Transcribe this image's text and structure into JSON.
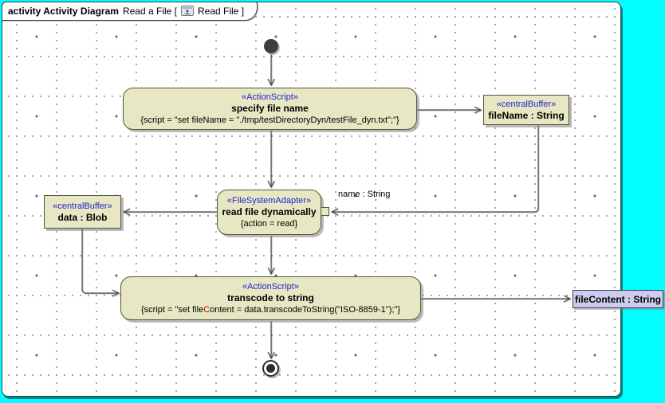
{
  "frame": {
    "header": {
      "kind_label": "activity Activity Diagram",
      "context_label": "Read a File [",
      "frame_label": "Read File ]",
      "icon": "activity-diagram-icon"
    }
  },
  "nodes": {
    "action_specify": {
      "type": "action",
      "stereotype": "«ActionScript»",
      "name": "specify file name",
      "script": "{script = \"set fileName = \"./tmp/testDirectoryDyn/testFile_dyn.txt\";\"}"
    },
    "buffer_filename": {
      "type": "centralBuffer",
      "stereotype": "«centralBuffer»",
      "name": "fileName : String"
    },
    "action_read": {
      "type": "action",
      "stereotype": "«FileSystemAdapter»",
      "name": "read file dynamically",
      "constraint": "{action = read}",
      "pin_label": "name : String"
    },
    "buffer_data": {
      "type": "centralBuffer",
      "stereotype": "«centralBuffer»",
      "name": "data : Blob"
    },
    "action_transcode": {
      "type": "action",
      "stereotype": "«ActionScript»",
      "name": "transcode to string",
      "script_prefix": "{script = \"set file",
      "script_highlight": "C",
      "script_suffix": "ontent = data.transcodeToString(\"ISO-8859-1\");\"}"
    },
    "object_filecontent": {
      "type": "objectNode",
      "name": "fileContent : String"
    },
    "initial": {
      "type": "initialNode"
    },
    "final": {
      "type": "activityFinalNode"
    }
  },
  "colors": {
    "page_background": "#00ffff",
    "canvas_background": "#ffffff",
    "node_fill": "#e7e7c3",
    "node_border": "#54543a",
    "stereotype_text": "#2424cc",
    "object_node_fill": "#ccccee",
    "connector": "#4a4a4a",
    "script_highlight": "#cc0000"
  }
}
